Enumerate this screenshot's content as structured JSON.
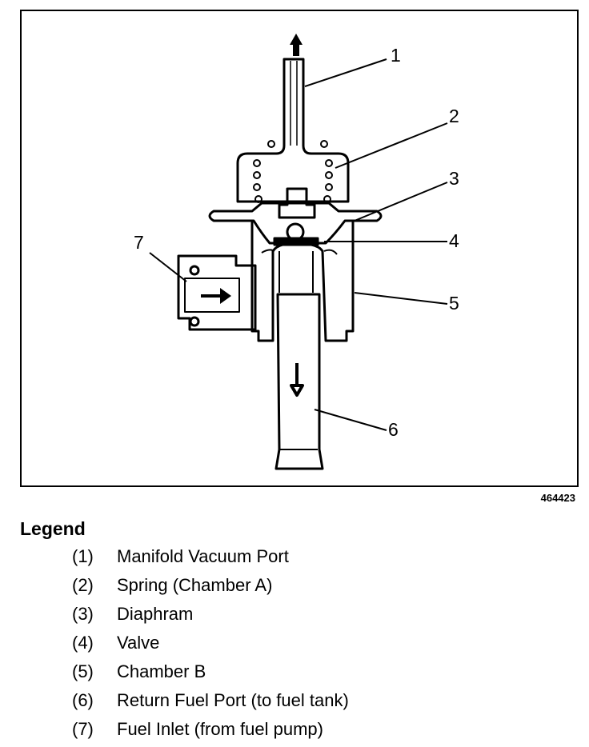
{
  "figure": {
    "id": "464423",
    "callouts": [
      "1",
      "2",
      "3",
      "4",
      "5",
      "6",
      "7"
    ]
  },
  "legend": {
    "title": "Legend",
    "items": [
      {
        "num": "(1)",
        "label": "Manifold Vacuum Port"
      },
      {
        "num": "(2)",
        "label": "Spring (Chamber A)"
      },
      {
        "num": "(3)",
        "label": "Diaphram"
      },
      {
        "num": "(4)",
        "label": "Valve"
      },
      {
        "num": "(5)",
        "label": "Chamber B"
      },
      {
        "num": "(6)",
        "label": "Return Fuel Port (to fuel tank)"
      },
      {
        "num": "(7)",
        "label": "Fuel Inlet (from fuel pump)"
      }
    ]
  }
}
